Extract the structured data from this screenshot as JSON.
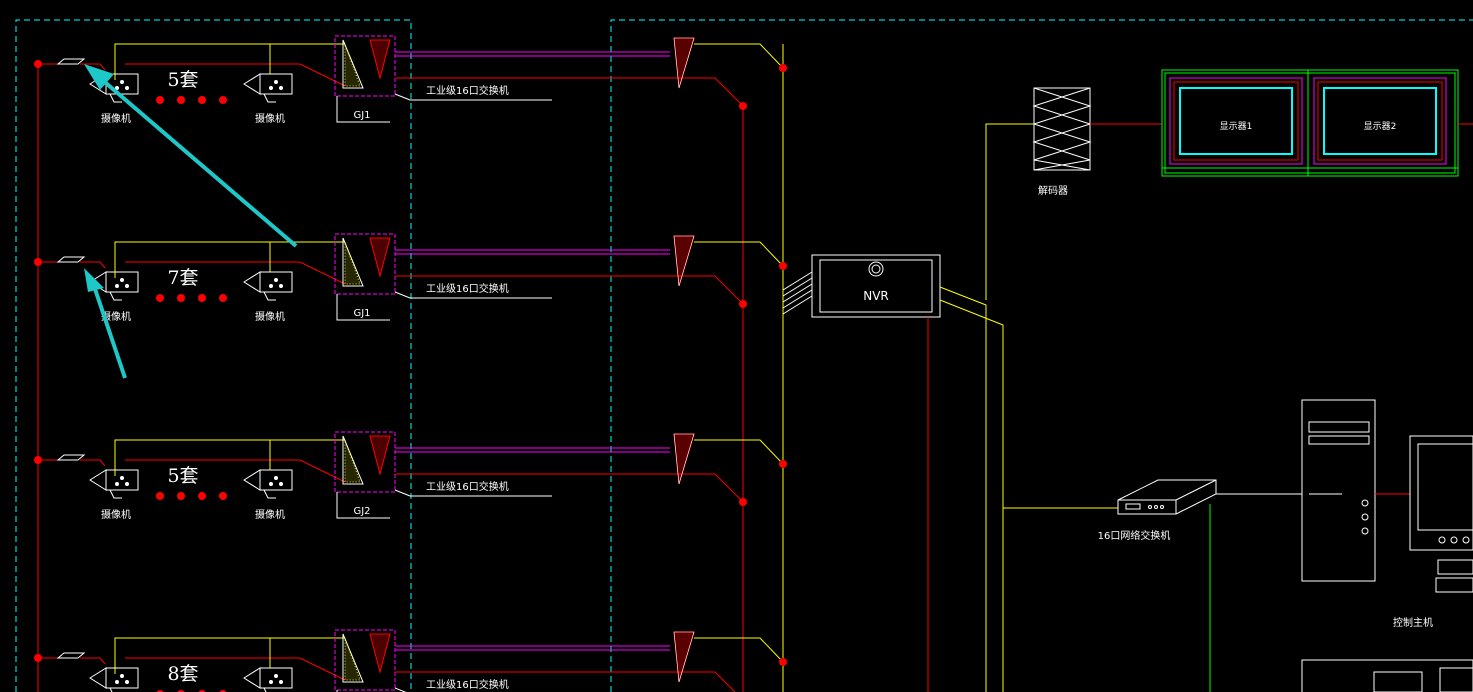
{
  "diagram": {
    "camera_label": "摄像机",
    "switch_label": "工业级16口交换机",
    "nvr_label": "NVR",
    "decoder_label": "解码器",
    "monitor1_label": "显示器1",
    "monitor2_label": "显示器2",
    "network_switch_label": "16口网络交换机",
    "control_host_label": "控制主机",
    "groups": [
      {
        "count_label": "5套",
        "box_label": "GJ1"
      },
      {
        "count_label": "7套",
        "box_label": "GJ1"
      },
      {
        "count_label": "5套",
        "box_label": "GJ2"
      },
      {
        "count_label": "8套",
        "box_label": ""
      }
    ]
  },
  "colors": {
    "background": "#000000",
    "red": "#ff0000",
    "yellow": "#ffff00",
    "magenta": "#ff00ff",
    "cyan": "#00ffff",
    "white": "#ffffff",
    "green": "#00ff00",
    "arrow": "#1ec8c8"
  },
  "icons": [
    "camera-icon",
    "switch-cone-icon",
    "nvr-icon",
    "decoder-icon",
    "monitor-icon",
    "network-switch-icon",
    "computer-tower-icon",
    "arrow-annotation-icon"
  ]
}
